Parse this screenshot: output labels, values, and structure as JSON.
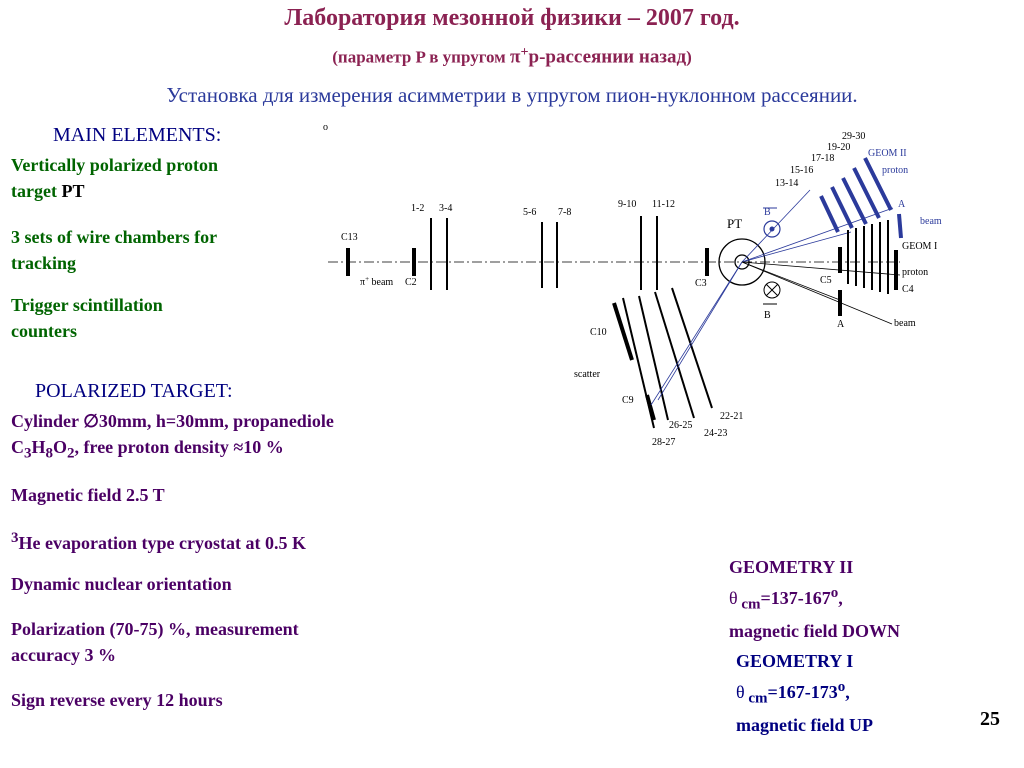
{
  "header": {
    "title": "Лаборатория мезонной физики – 2007 год.",
    "subtitle_open": "(",
    "subtitle_pre": "параметр P в упругом ",
    "subtitle_pi": "π",
    "subtitle_sup": "+",
    "subtitle_post": "p-рассеянии назад",
    "subtitle_close": ")",
    "setup_line": "Установка для измерения асимметрии в упругом пион-нуклонном рассеянии."
  },
  "main_elements": {
    "heading": "MAIN ELEMENTS:",
    "item1_line1": "Vertically polarized proton",
    "item1_line2": "target ",
    "item1_pt": "PT",
    "item2_line1": " 3 sets of wire chambers for",
    "item2_line2": "tracking",
    "item3_line1": " Trigger scintillation",
    "item3_line2": "counters"
  },
  "polarized_target": {
    "heading": "POLARIZED TARGET:",
    "cyl_pre": "Cylinder ",
    "cyl_diam": "∅",
    "cyl_post": "30mm, h=30mm, propanediole",
    "c": "C",
    "sub3": "3",
    "h": "H",
    "sub8": "8",
    "o": "O",
    "sub2": "2",
    "density": ", free proton density ≈10 %",
    "field": "Magnetic field 2.5 T",
    "he_sup": "3",
    "he_text": "He evaporation type cryostat at 0.5 K",
    "orientation": " Dynamic nuclear orientation",
    "polar_line1": " Polarization (70-75) %, measurement",
    "polar_line2": "accuracy 3 %",
    "sign": " Sign reverse every 12 hours"
  },
  "geometry2": {
    "title": " GEOMETRY II",
    "theta": "θ",
    "cm": " cm",
    "range": "=137-167",
    "deg": "o",
    "comma": ",",
    "field": "magnetic field DOWN"
  },
  "geometry1": {
    "title": "GEOMETRY I",
    "theta": "θ",
    "cm": " cm",
    "range": "=167-173",
    "deg": "o",
    "comma": ",",
    "field": "magnetic field UP"
  },
  "page_number": "25",
  "diagram": {
    "stray_mark": "o",
    "labels": {
      "c13": "C13",
      "pi_beam_pi": "π",
      "pi_beam_sup": "+",
      "pi_beam_text": " beam",
      "c2": "C2",
      "ch12": "1-2",
      "ch34": "3-4",
      "ch56": "5-6",
      "ch78": "7-8",
      "ch910": "9-10",
      "ch1112": "11-12",
      "pt": "PT",
      "b_up": "B",
      "b_down": "B",
      "c3": "C3",
      "c10": "C10",
      "scatter": "scatter",
      "c9": "C9",
      "ch2625": "26-25",
      "ch2827": "28-27",
      "ch2423": "24-23",
      "ch2221": "22-21",
      "ch2930": "29-30",
      "ch1920": "19-20",
      "ch1718": "17-18",
      "ch1516": "15-16",
      "ch1314": "13-14",
      "geom2": "GEOM II",
      "proton_top": "proton",
      "a_top": "A",
      "beam_mid": "beam",
      "geom1": "GEOM I",
      "proton_mid": "proton",
      "c5": "C5",
      "c4": "C4",
      "a_bottom": "A",
      "beam_bottom": "beam"
    }
  }
}
